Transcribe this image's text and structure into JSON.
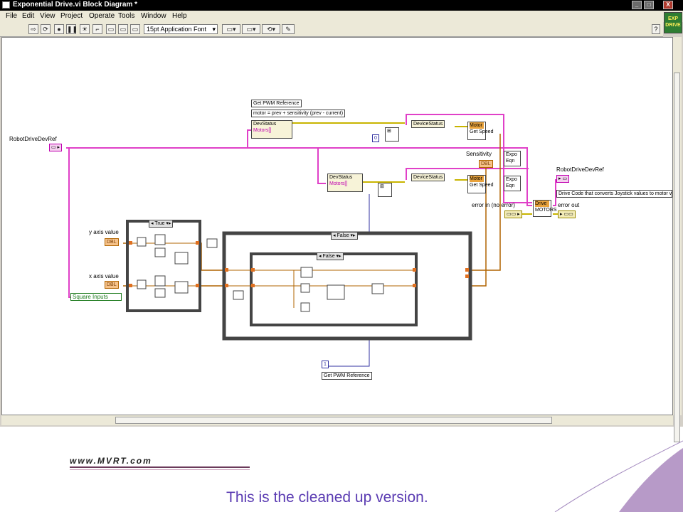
{
  "window": {
    "title": "Exponential Drive.vi Block Diagram *",
    "controls": [
      "_",
      "□",
      "X"
    ]
  },
  "menu": [
    "File",
    "Edit",
    "View",
    "Project",
    "Operate",
    "Tools",
    "Window",
    "Help"
  ],
  "toolbar": {
    "font": "15pt Application Font",
    "help": "?"
  },
  "vi_icon_text": "EXP DRIVE",
  "diagram": {
    "robot_ref_in": "RobotDriveDevRef",
    "get_pwm_ref_top": "Get PWM Reference",
    "formula": "motor = prev + sensitivity (prev - current)",
    "devstatus": "DevStatus",
    "motors": "Motors[]",
    "device_status": "DeviceStatus",
    "const_zero": "0",
    "motor_get_speed_1": "Motor",
    "get_speed": "Get Speed",
    "sensitivity": "Sensitivity",
    "expo_eqn": "Expo Eqn",
    "dbl": "DBL",
    "robot_ref_out": "RobotDriveDevRef",
    "drive_comment": "Drive Code that converts Joystick values to motor values",
    "error_in": "error in (no error)",
    "error_out": "error out",
    "drive_block": "Drive",
    "motors_block": "MOTORS",
    "y_axis": "y axis value",
    "x_axis": "x axis value",
    "true_case": "True",
    "false_case": "False",
    "square_inputs": "Square Inputs",
    "const_one": "1",
    "get_pwm_ref_bottom": "Get PWM Reference"
  },
  "footer": {
    "logo": "www.MVRT.com",
    "caption": "This is the cleaned up version."
  }
}
